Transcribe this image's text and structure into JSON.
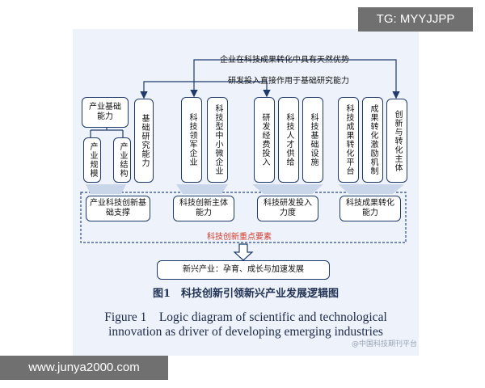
{
  "watermarks": {
    "top": "TG: MYYJJPP",
    "bottom": "www.junya2000.com",
    "small": "@中国科技期刊平台"
  },
  "diagram": {
    "top_label": "企业在科技成果转化中具有天然优势",
    "second_label": "研发投入直接作用于基础研究能力",
    "groups": [
      {
        "caption": "产业基础能力",
        "sub_boxes": [
          "产业规模",
          "产业结构"
        ],
        "vertical_box": "基础研究能力"
      },
      {
        "vertical_boxes": [
          "科技领军企业",
          "科技型中小微企业"
        ]
      },
      {
        "vertical_boxes": [
          "研发经费投入",
          "科技人才供给",
          "科技基础设施"
        ]
      },
      {
        "vertical_boxes": [
          "科技成果转化平台",
          "成果转化激励机制",
          "创新与转化主体"
        ]
      }
    ],
    "middle_boxes": [
      "产业科技创新基础支撑",
      "科技创新主体能力",
      "科技研发投入力度",
      "科技成果转化能力"
    ],
    "dashed_label": "科技创新重点要素",
    "bottom_box": "新兴产业：孕育、成长与加速发展"
  },
  "caption": {
    "chinese": "图1　科技创新引领新兴产业发展逻辑图",
    "english_line1": "Figure 1　Logic diagram of scientific and technological",
    "english_line2": "innovation as driver of developing emerging industries"
  },
  "colors": {
    "box_border": "#1f3a6b",
    "arrow": "#1f3a6b",
    "dashed": "#2a4a8a",
    "dashed_label": "#d23a2a",
    "panel": "#eef3fb"
  }
}
